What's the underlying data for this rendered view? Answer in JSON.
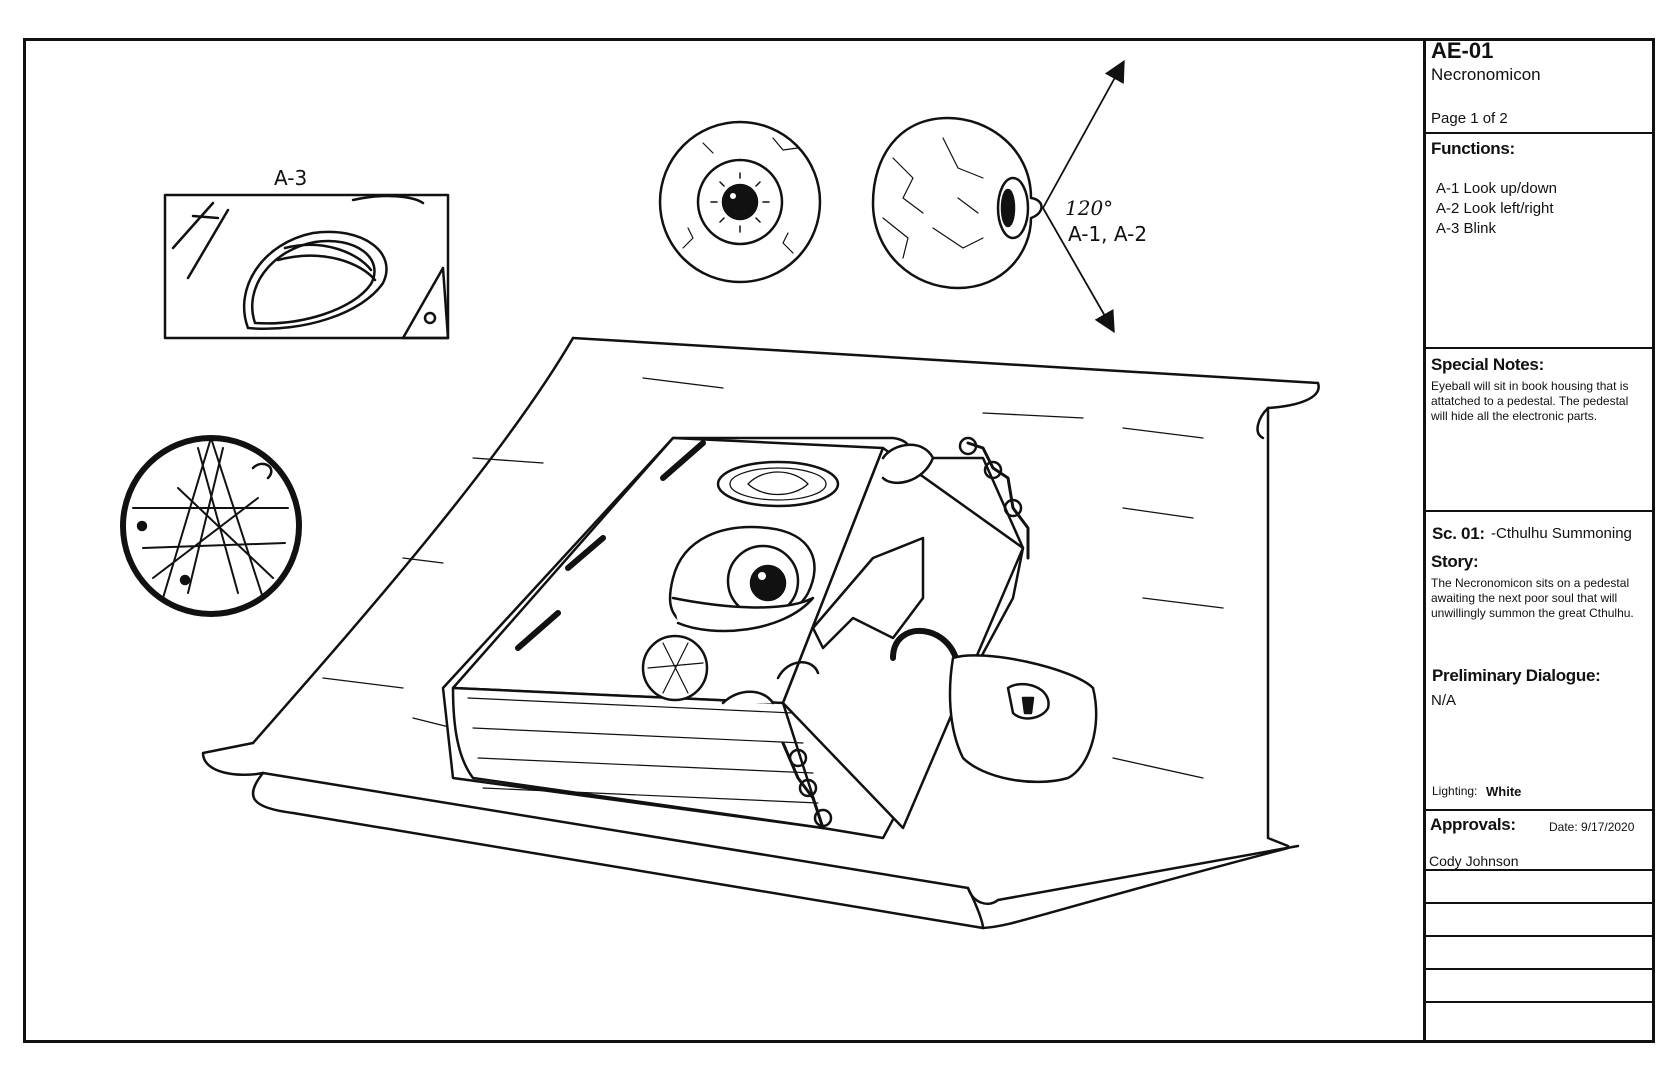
{
  "sheet": {
    "code": "AE-01",
    "name": "Necronomicon",
    "page": "Page 1 of 2"
  },
  "functions": {
    "heading": "Functions:",
    "items": [
      "A-1 Look up/down",
      "A-2 Look left/right",
      "A-3 Blink"
    ]
  },
  "special_notes": {
    "heading": "Special Notes:",
    "lines": [
      "Eyeball will sit in book housing that is",
      "attatched to a pedestal. The pedestal",
      "will hide all the electronic parts."
    ]
  },
  "scene": {
    "label": "Sc. 01:",
    "title": "-Cthulhu Summoning"
  },
  "story": {
    "heading": "Story:",
    "lines": [
      "The Necronomicon sits on a pedestal",
      "awaiting the next poor soul that will",
      "unwillingly summon the great Cthulhu."
    ]
  },
  "dialogue": {
    "heading": "Preliminary Dialogue:",
    "text": "N/A"
  },
  "lighting": {
    "label": "Lighting:",
    "value": "White"
  },
  "approvals": {
    "heading": "Approvals:",
    "date": "Date: 9/17/2020",
    "names": [
      "Cody Johnson"
    ]
  },
  "annotations": {
    "blink_callout": "A-3",
    "angle": "120°",
    "look_callout": "A-1, A-2"
  }
}
